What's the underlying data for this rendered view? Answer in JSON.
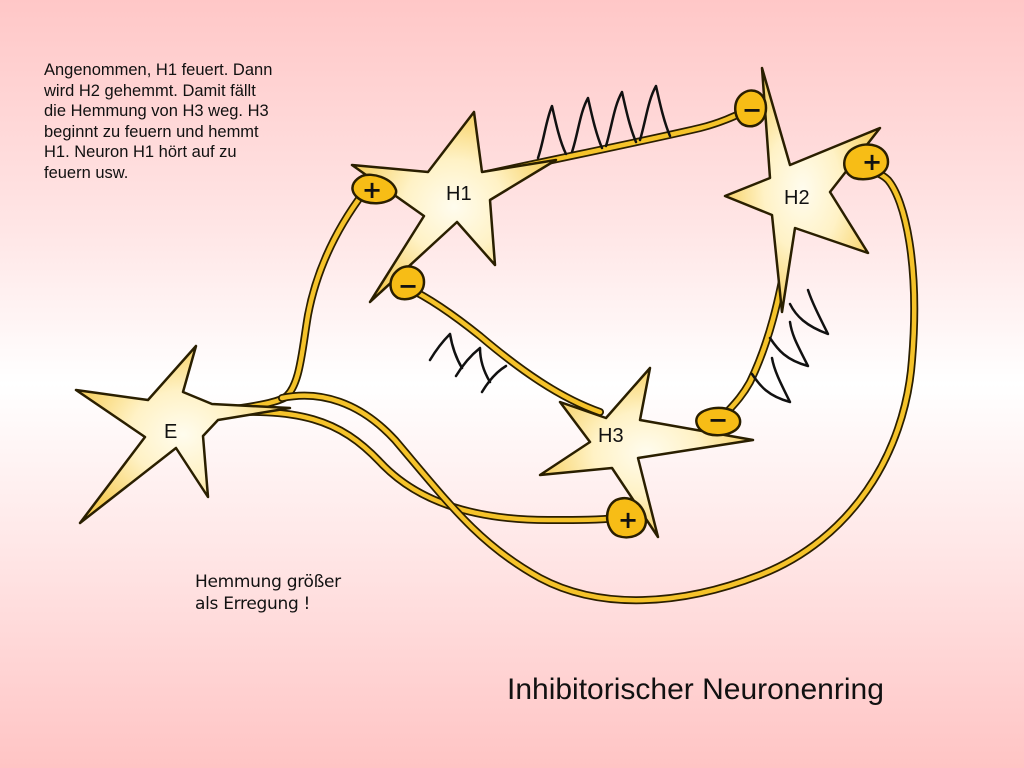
{
  "description": {
    "lines": [
      "Angenommen, H1 feuert. Dann",
      "wird H2 gehemmt. Damit fällt",
      "die Hemmung von H3 weg. H3",
      "beginnt zu feuern und hemmt",
      "H1. Neuron H1 hört auf zu",
      "feuern usw."
    ]
  },
  "note": {
    "lines": [
      "Hemmung größer",
      "als Erregung !"
    ]
  },
  "title": "Inhibitorischer Neuronenring",
  "neurons": {
    "e": "E",
    "h1": "H1",
    "h2": "H2",
    "h3": "H3"
  },
  "synapses": {
    "excitatory": "+",
    "inhibitory": "−"
  },
  "colors": {
    "axon_outer": "#2a1f00",
    "axon_inner": "#f5c32a",
    "soma_center": "#fffbe8",
    "soma_edge": "#f7cf58",
    "terminal": "#f7bd16"
  }
}
